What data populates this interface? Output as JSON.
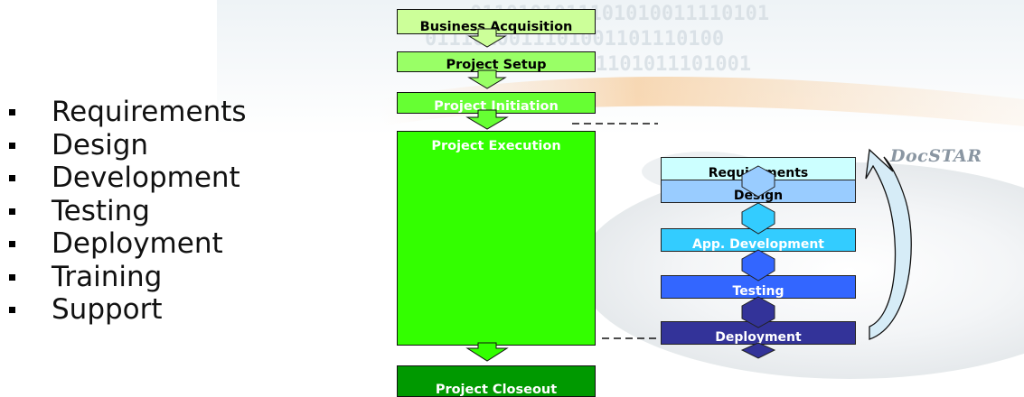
{
  "bullets": [
    "Requirements",
    "Design",
    "Development",
    "Testing",
    "Deployment",
    "Training",
    "Support"
  ],
  "phases": {
    "business_acquisition": "Business Acquisition",
    "project_setup": "Project Setup",
    "project_initiation": "Project Initiation",
    "project_execution": "Project Execution",
    "project_closeout": "Project Closeout"
  },
  "sdlc": {
    "requirements": "Requirements",
    "design": "Design",
    "app_development": "App. Development",
    "testing": "Testing",
    "deployment": "Deployment"
  },
  "brand": {
    "logo_text": "DocSTAR"
  },
  "colors": {
    "business_acquisition": "#ccff99",
    "project_setup": "#99ff66",
    "project_initiation": "#66ff33",
    "project_execution": "#33ff00",
    "project_closeout": "#009900",
    "requirements": "#ccffff",
    "design": "#99ccff",
    "app_development": "#33ccff",
    "testing": "#3366ff",
    "deployment": "#333399",
    "cycle_arrow": "#d6ecf7"
  }
}
